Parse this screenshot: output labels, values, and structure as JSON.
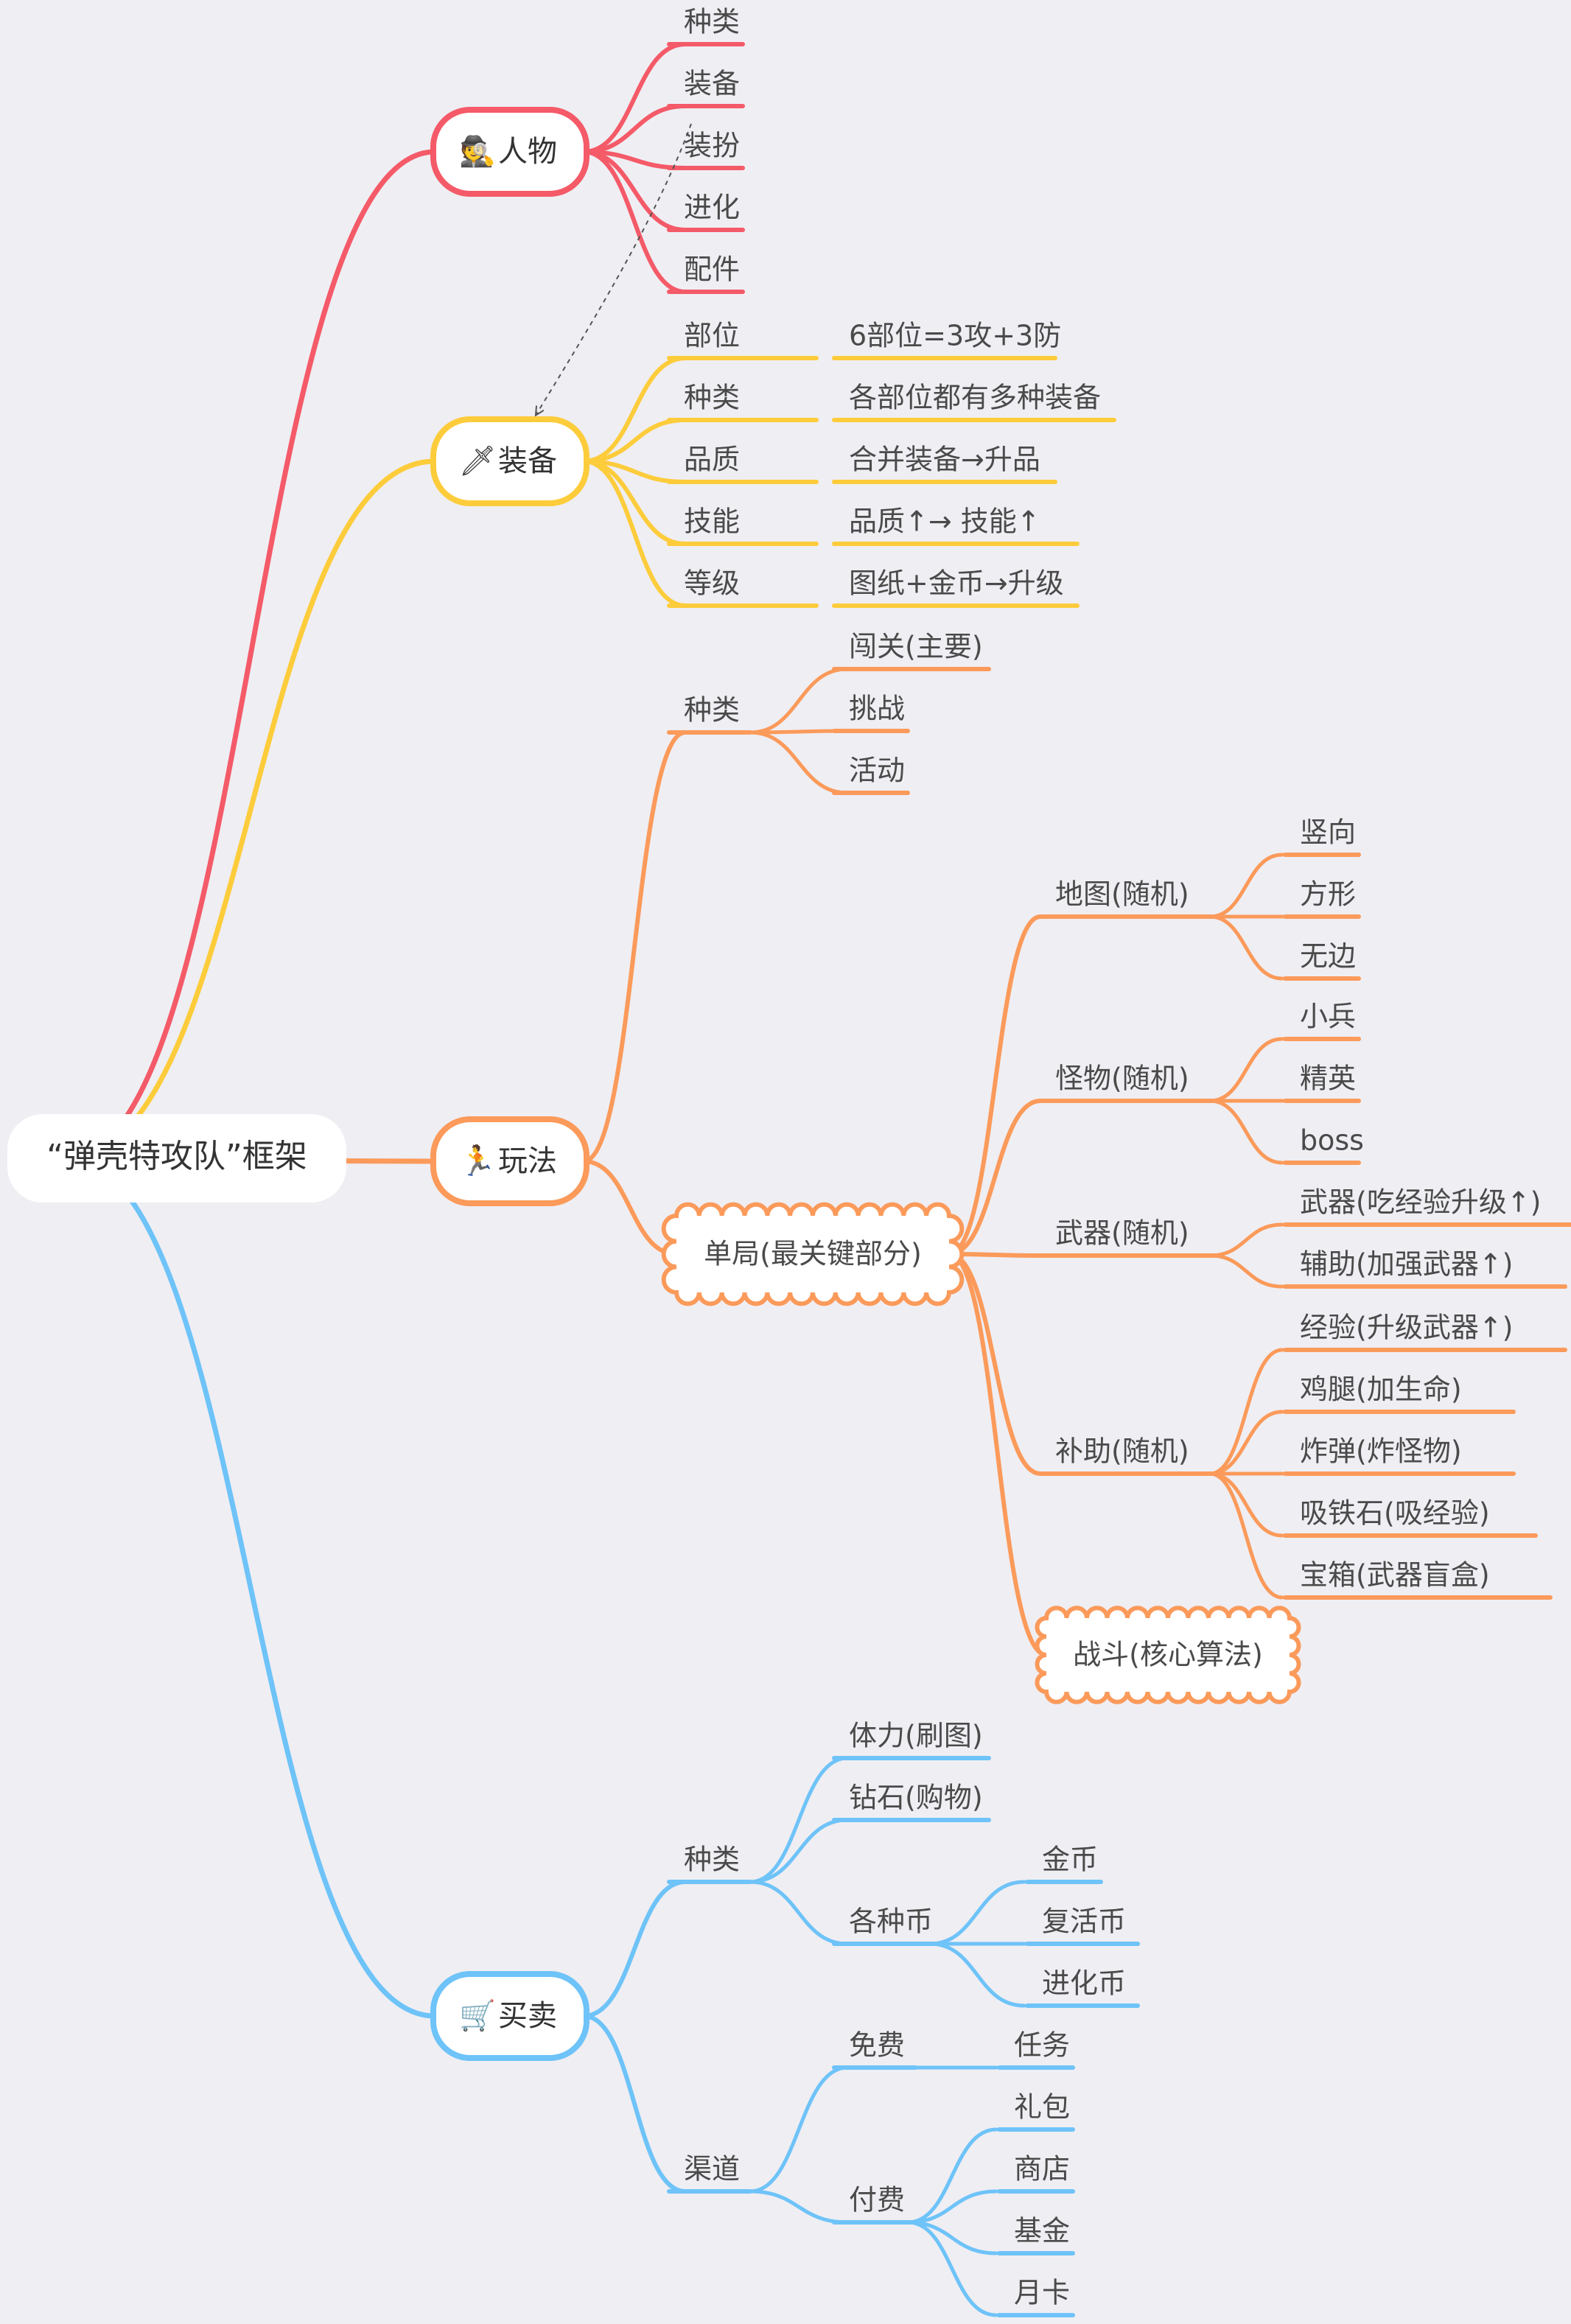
{
  "root": {
    "label": "“弹壳特攻队”框架"
  },
  "colors": {
    "red": "#f45a68",
    "yellow": "#fdcc3b",
    "orange": "#fb9a5a",
    "blue": "#6ec3f8",
    "background": "#efeef3",
    "text": "#4a4a4a",
    "link": "#555555"
  },
  "branches": [
    {
      "id": "renwu",
      "label": "人物",
      "icon": "detective-icon",
      "icon_glyph": "🕵",
      "color": "red",
      "children": [
        {
          "label": "种类"
        },
        {
          "label": "装备"
        },
        {
          "label": "装扮"
        },
        {
          "label": "进化"
        },
        {
          "label": "配件"
        }
      ]
    },
    {
      "id": "zhuangbei",
      "label": "装备",
      "icon": "dagger-icon",
      "icon_glyph": "🗡",
      "color": "yellow",
      "children": [
        {
          "label": "部位",
          "children": [
            {
              "label": "6部位=3攻+3防"
            }
          ]
        },
        {
          "label": "种类",
          "children": [
            {
              "label": "各部位都有多种装备"
            }
          ]
        },
        {
          "label": "品质",
          "children": [
            {
              "label": "合并装备→升品"
            }
          ]
        },
        {
          "label": "技能",
          "children": [
            {
              "label": "品质↑→ 技能↑"
            }
          ]
        },
        {
          "label": "等级",
          "children": [
            {
              "label": "图纸+金币→升级"
            }
          ]
        }
      ]
    },
    {
      "id": "wanfa",
      "label": "玩法",
      "icon": "running-icon",
      "icon_glyph": "🏃",
      "color": "orange",
      "children": [
        {
          "label": "种类",
          "children": [
            {
              "label": "闯关(主要)"
            },
            {
              "label": "挑战"
            },
            {
              "label": "活动"
            }
          ]
        },
        {
          "label": "单局(最关键部分)",
          "cloud": true,
          "children": [
            {
              "label": "地图(随机)",
              "children": [
                {
                  "label": "竖向"
                },
                {
                  "label": "方形"
                },
                {
                  "label": "无边"
                }
              ]
            },
            {
              "label": "怪物(随机)",
              "children": [
                {
                  "label": "小兵"
                },
                {
                  "label": "精英"
                },
                {
                  "label": "boss"
                }
              ]
            },
            {
              "label": "武器(随机)",
              "children": [
                {
                  "label": "武器(吃经验升级↑)"
                },
                {
                  "label": "辅助(加强武器↑)"
                }
              ]
            },
            {
              "label": "补助(随机)",
              "children": [
                {
                  "label": "经验(升级武器↑)"
                },
                {
                  "label": "鸡腿(加生命)"
                },
                {
                  "label": "炸弹(炸怪物)"
                },
                {
                  "label": "吸铁石(吸经验)"
                },
                {
                  "label": "宝箱(武器盲盒)"
                }
              ]
            },
            {
              "label": "战斗(核心算法)",
              "cloud": true
            }
          ]
        }
      ]
    },
    {
      "id": "maimai",
      "label": "买卖",
      "icon": "shopping-cart-icon",
      "icon_glyph": "🛒",
      "color": "blue",
      "children": [
        {
          "label": "种类",
          "children": [
            {
              "label": "体力(刷图)"
            },
            {
              "label": "钻石(购物)"
            },
            {
              "label": "各种币",
              "children": [
                {
                  "label": "金币"
                },
                {
                  "label": "复活币"
                },
                {
                  "label": "进化币"
                }
              ]
            }
          ]
        },
        {
          "label": "渠道",
          "children": [
            {
              "label": "免费",
              "children": [
                {
                  "label": "任务"
                }
              ]
            },
            {
              "label": "付费",
              "children": [
                {
                  "label": "礼包"
                },
                {
                  "label": "商店"
                },
                {
                  "label": "基金"
                },
                {
                  "label": "月卡"
                }
              ]
            }
          ]
        }
      ]
    }
  ],
  "links": [
    {
      "from": "人物.装备",
      "to": "装备",
      "style": "dashed-arrow"
    }
  ]
}
